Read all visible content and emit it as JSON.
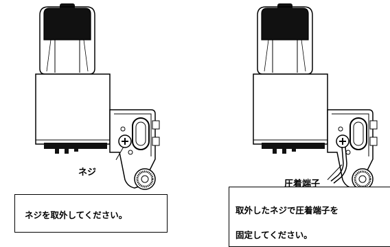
{
  "left_panel": {
    "callout_label": "ネジ",
    "instruction": "ネジを取外してください。"
  },
  "right_panel": {
    "callout_label": "圧着端子",
    "instruction_line1": "取外したネジで圧着端子を",
    "instruction_line2": "固定してください。"
  },
  "colors": {
    "line": "#000000",
    "cap": "#111111",
    "fill": "#ffffff"
  }
}
